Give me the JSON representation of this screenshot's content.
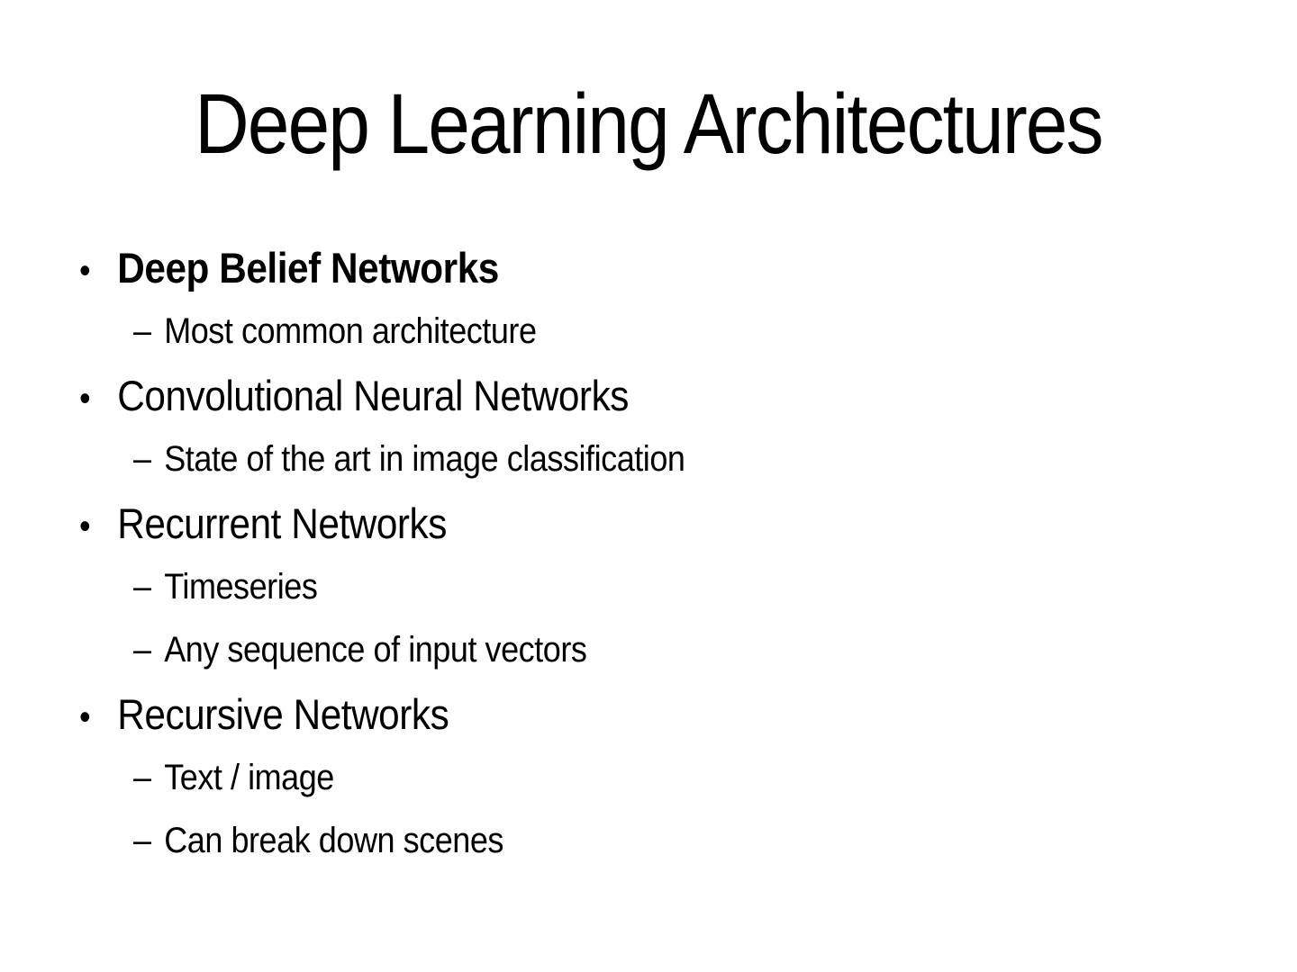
{
  "slide": {
    "title": "Deep Learning Architectures",
    "bullet_glyph": "•",
    "sub_glyph": "–",
    "colors": {
      "background": "#ffffff",
      "text": "#000000"
    },
    "bullets": [
      {
        "label": "Deep Belief Networks",
        "bold": true,
        "subs": [
          "Most common architecture"
        ]
      },
      {
        "label": "Convolutional Neural Networks",
        "bold": false,
        "subs": [
          "State of the art in image classification"
        ]
      },
      {
        "label": "Recurrent Networks",
        "bold": false,
        "subs": [
          "Timeseries",
          "Any sequence of input vectors"
        ]
      },
      {
        "label": "Recursive Networks",
        "bold": false,
        "subs": [
          "Text / image",
          "Can break down scenes"
        ]
      }
    ]
  }
}
